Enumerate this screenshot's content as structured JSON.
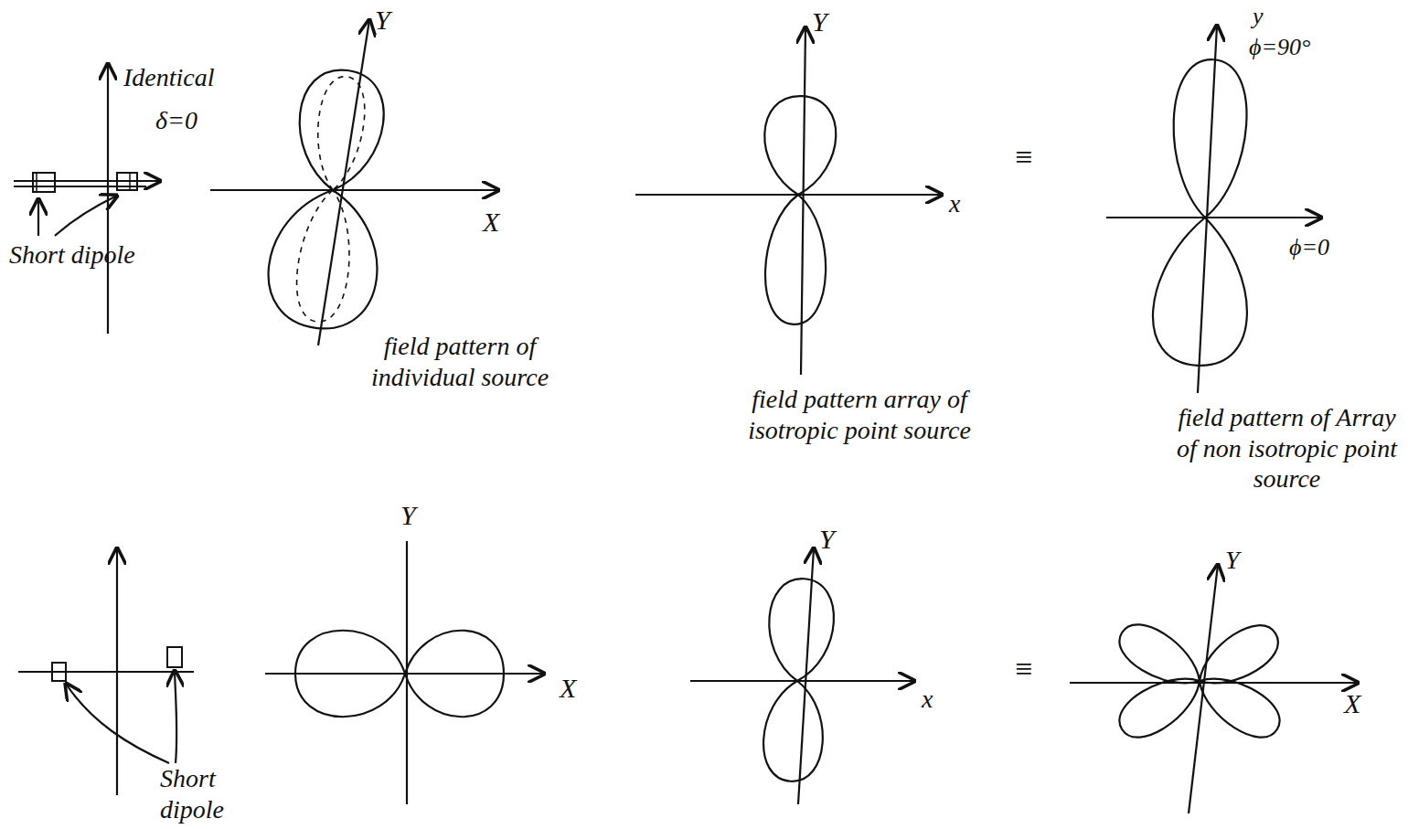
{
  "diagram": {
    "labels": [
      "Identical",
      "δ=0",
      "Short dipole",
      "Y",
      "X",
      "field pattern of individual source",
      "Y",
      "x",
      "field pattern array of isotropic point source",
      "≡",
      "y",
      "ϕ=90°",
      "ϕ=0",
      "field pattern of Array of non isotropic point source",
      "Y",
      "X",
      "Short dipole",
      "Y",
      "x",
      "≡",
      "Y",
      "X"
    ]
  }
}
